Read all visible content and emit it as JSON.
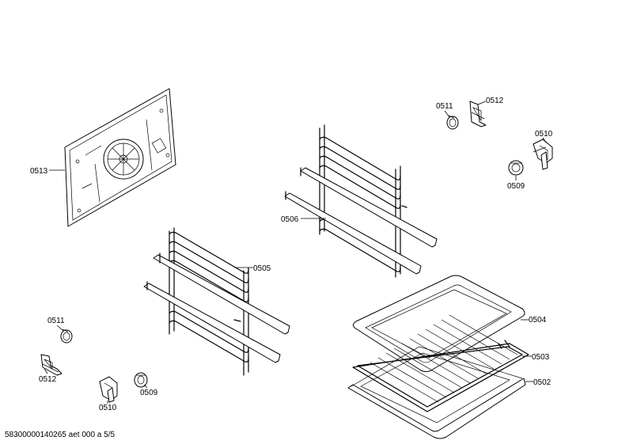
{
  "labels": {
    "l0513": "0513",
    "l0506": "0506",
    "l0505": "0505",
    "l0511a": "0511",
    "l0512a": "0512",
    "l0510a": "0510",
    "l0509a": "0509",
    "l0504": "0504",
    "l0503": "0503",
    "l0502": "0502",
    "l0511b": "0511",
    "l0512b": "0512",
    "l0510b": "0510",
    "l0509b": "0509"
  },
  "footer": "58300000140265 aet 000 a 5/5"
}
